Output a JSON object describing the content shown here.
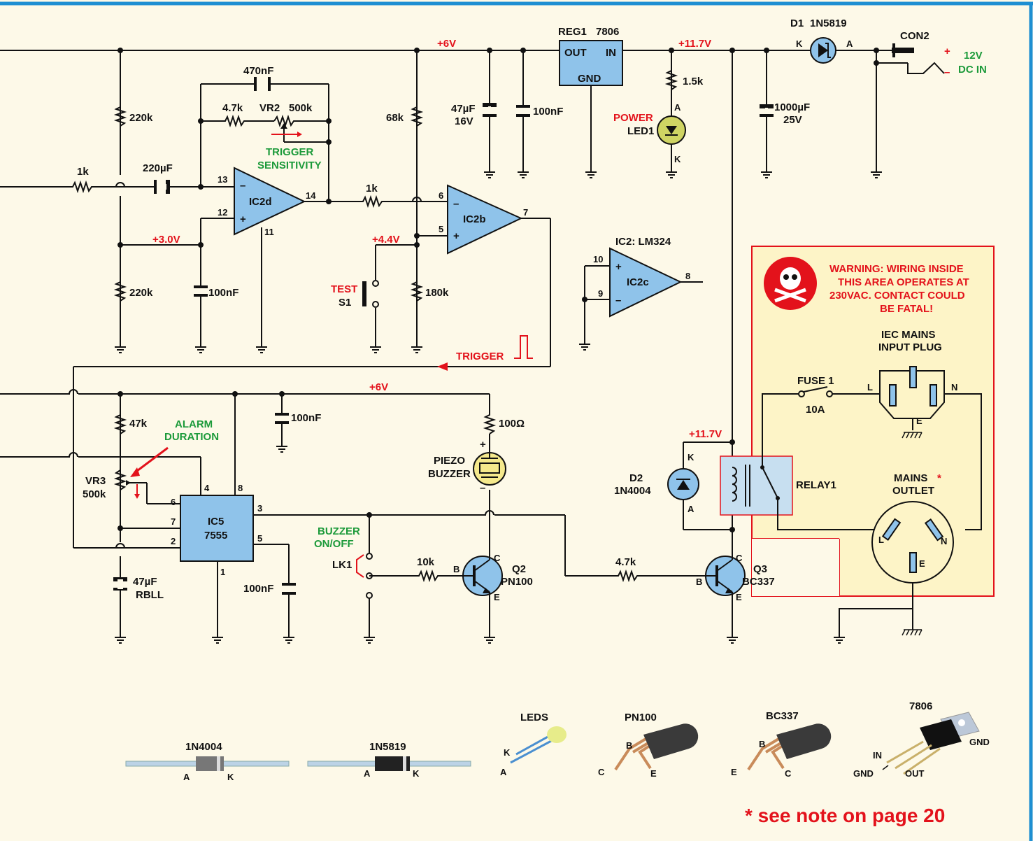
{
  "colors": {
    "background": "#fdf9e8",
    "border": "#1e8fd2",
    "ic_fill": "#8fc3ea",
    "rail_label": "#e3121b",
    "green_label": "#1c9a3a",
    "warning_box": "#fdf4c7"
  },
  "rails": {
    "p6_top": "+6V",
    "p117_top": "+11.7V",
    "p30": "+3.0V",
    "p44": "+4.4V",
    "p6_bottom": "+6V",
    "p117_relay": "+11.7V"
  },
  "regulator": {
    "ref": "REG1",
    "part": "7806",
    "out": "OUT",
    "in": "IN",
    "gnd": "GND"
  },
  "diode_d1": {
    "ref": "D1",
    "part": "1N5819",
    "k": "K",
    "a": "A"
  },
  "connector": {
    "ref": "CON2",
    "plus": "+",
    "minus": "–",
    "label1": "12V",
    "label2": "DC IN"
  },
  "caps": {
    "c47u": "47µF",
    "c47u_v": "16V",
    "c100n_top": "100nF",
    "c1000u": "1000µF",
    "c1000u_v": "25V",
    "c470n": "470nF",
    "c220u": "220µF",
    "c100n_a": "100nF",
    "c100n_b": "100nF",
    "c100n_c": "100nF",
    "c47u_b": "47µF",
    "c47u_b_type": "RBLL"
  },
  "resistors": {
    "r1_5k": "1.5k",
    "r220k_a": "220k",
    "r220k_b": "220k",
    "r1k_a": "1k",
    "r4_7k_a": "4.7k",
    "r68k": "68k",
    "r1k_b": "1k",
    "r180k": "180k",
    "r47k": "47k",
    "r100": "100Ω",
    "r10k": "10k",
    "r4_7k_b": "4.7k"
  },
  "led": {
    "label1": "POWER",
    "label2": "LED1",
    "a": "A",
    "k": "K"
  },
  "vr2": {
    "ref": "VR2",
    "value": "500k",
    "label1": "TRIGGER",
    "label2": "SENSITIVITY"
  },
  "opamps": {
    "ic2d": "IC2d",
    "ic2b": "IC2b",
    "ic2c": "IC2c",
    "ic2_label": "IC2: LM324",
    "p13": "13",
    "p12": "12",
    "p14": "14",
    "p11": "11",
    "p6": "6",
    "p5": "5",
    "p7": "7",
    "p10": "10",
    "p9": "9",
    "p8": "8"
  },
  "switch": {
    "label1": "TEST",
    "label2": "S1"
  },
  "trigger": {
    "label": "TRIGGER"
  },
  "ic5": {
    "name": "IC5",
    "part": "7555",
    "p4": "4",
    "p8": "8",
    "p6": "6",
    "p7": "7",
    "p2": "2",
    "p3": "3",
    "p5": "5",
    "p1": "1"
  },
  "vr3": {
    "ref": "VR3",
    "value": "500k",
    "label1": "ALARM",
    "label2": "DURATION"
  },
  "buzzer": {
    "label1": "PIEZO",
    "label2": "BUZZER"
  },
  "lk1": {
    "ref": "LK1",
    "label1": "BUZZER",
    "label2": "ON/OFF"
  },
  "q2": {
    "ref": "Q2",
    "part": "PN100",
    "b": "B",
    "c": "C",
    "e": "E"
  },
  "q3": {
    "ref": "Q3",
    "part": "BC337",
    "b": "B",
    "c": "C",
    "e": "E"
  },
  "d2": {
    "ref": "D2",
    "part": "1N4004",
    "k": "K",
    "a": "A"
  },
  "relay": {
    "label": "RELAY1"
  },
  "warning": {
    "line1": "WARNING: WIRING INSIDE",
    "line2": "THIS AREA OPERATES AT",
    "line3": "230VAC. CONTACT COULD",
    "line4": "BE FATAL!",
    "iec1": "IEC MAINS",
    "iec2": "INPUT PLUG",
    "fuse": "FUSE 1",
    "fuse_rating": "10A",
    "mains1": "MAINS",
    "mains2": "OUTLET",
    "star": "*",
    "l": "L",
    "n": "N",
    "e": "E"
  },
  "parts": {
    "d1n4004": "1N4004",
    "d1n5819": "1N5819",
    "leds": "LEDS",
    "pn100": "PN100",
    "bc337": "BC337",
    "r7806": "7806",
    "in": "IN",
    "gnd": "GND",
    "out": "OUT",
    "a": "A",
    "k": "K",
    "b": "B",
    "c": "C",
    "e": "E"
  },
  "note": "* see note on page 20"
}
